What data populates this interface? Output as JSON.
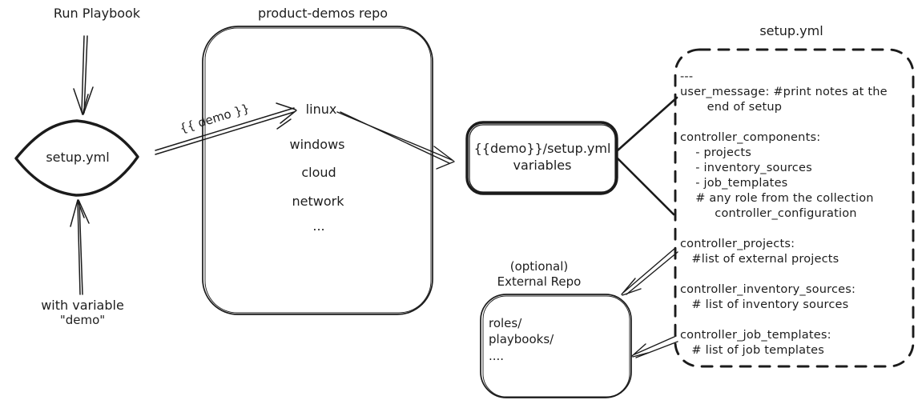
{
  "palette": {
    "ink": "#1b1b1b",
    "bg": "#ffffff"
  },
  "left_flow": {
    "run_playbook_label": "Run Playbook",
    "diamond_label": "setup.yml",
    "with_variable_line1": "with variable",
    "with_variable_line2": "\"demo\""
  },
  "repo_box": {
    "title": "product-demos repo",
    "items": [
      "linux",
      "windows",
      "cloud",
      "network",
      "..."
    ]
  },
  "demo_arrow": {
    "label": "{{ demo }}"
  },
  "variables_box": {
    "line1": "{{demo}}/setup.yml",
    "line2": "variables"
  },
  "setup_yml_box": {
    "title": "setup.yml",
    "lines": [
      "---",
      "user_message: #print notes at the",
      "       end of setup",
      "",
      "controller_components:",
      "    - projects",
      "    - inventory_sources",
      "    - job_templates",
      "    # any role from the collection",
      "         controller_configuration",
      "",
      "controller_projects:",
      "   #list of external projects",
      "",
      "controller_inventory_sources:",
      "   # list of inventory sources",
      "",
      "controller_job_templates:",
      "   # list of job templates"
    ]
  },
  "external_repo_box": {
    "title_line1": "(optional)",
    "title_line2": "External Repo",
    "lines": [
      "roles/",
      "playbooks/",
      "...."
    ]
  }
}
